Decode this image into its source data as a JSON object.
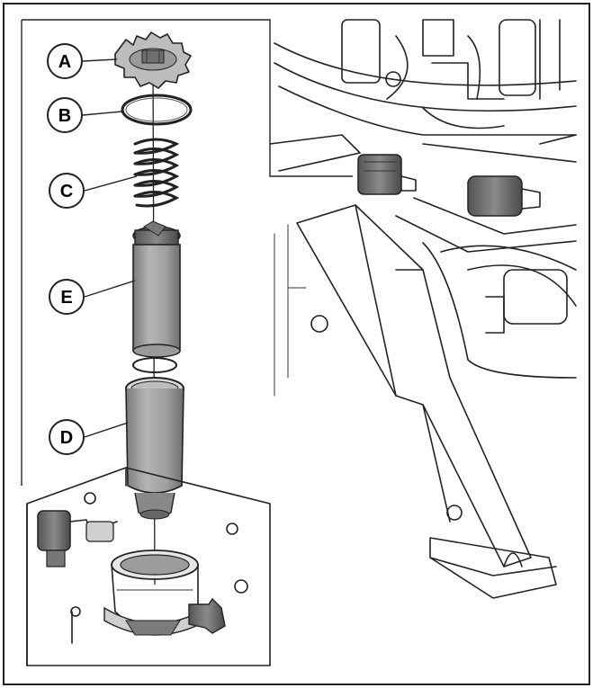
{
  "diagram": {
    "parts": [
      {
        "id": "A",
        "label": "A",
        "name": "cap"
      },
      {
        "id": "B",
        "label": "B",
        "name": "o-ring"
      },
      {
        "id": "C",
        "label": "C",
        "name": "spring"
      },
      {
        "id": "E",
        "label": "E",
        "name": "filter-element"
      },
      {
        "id": "D",
        "label": "D",
        "name": "filter-housing"
      }
    ],
    "colors": {
      "line": "#222222",
      "cylinder_fill": "#a8a8a8",
      "cylinder_dark": "#7a7a7a",
      "background": "#ffffff"
    }
  }
}
